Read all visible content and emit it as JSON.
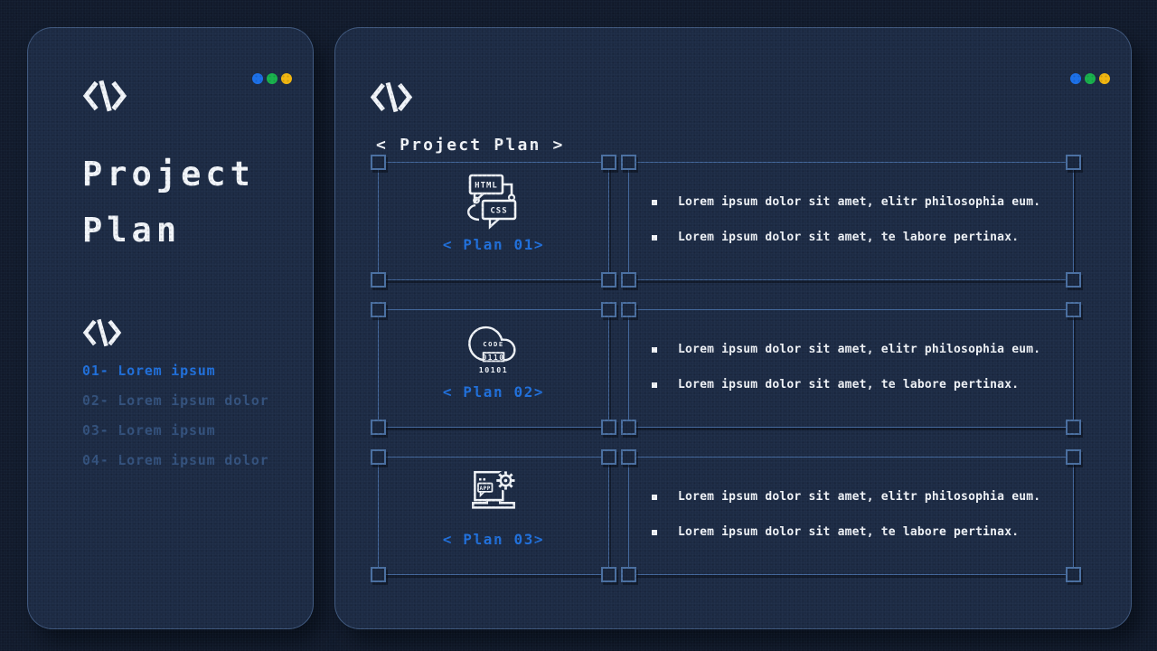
{
  "colors": {
    "background": "#111a2b",
    "panel": "#1c2a43",
    "panel_border": "#44689c",
    "accent_blue": "#2070dc",
    "muted_blue": "#33517c",
    "text_white": "#f2f5f9",
    "dot_blue": "#1a6fe8",
    "dot_green": "#17b24a",
    "dot_yellow": "#f2b60d"
  },
  "window_controls": {
    "dots": [
      "blue",
      "green",
      "yellow"
    ]
  },
  "left_panel": {
    "logo_icon": "code-brackets-icon",
    "title_lines": [
      "Project",
      "Plan"
    ],
    "section_icon": "code-brackets-icon",
    "nav_items": [
      {
        "label": "01- Lorem ipsum",
        "active": true
      },
      {
        "label": "02- Lorem ipsum dolor",
        "active": false
      },
      {
        "label": "03- Lorem ipsum",
        "active": false
      },
      {
        "label": "04- Lorem ipsum dolor",
        "active": false
      }
    ]
  },
  "right_panel": {
    "logo_icon": "code-brackets-icon",
    "header": "< Project Plan >",
    "rows": [
      {
        "icon": "html-css-icon",
        "plan_label": "< Plan 01>",
        "bullets": [
          "Lorem ipsum dolor sit amet, elitr philosophia eum.",
          "Lorem ipsum dolor sit amet, te labore pertinax."
        ]
      },
      {
        "icon": "cloud-code-icon",
        "plan_label": "< Plan 02>",
        "bullets": [
          "Lorem ipsum dolor sit amet, elitr philosophia eum.",
          "Lorem ipsum dolor sit amet, te labore pertinax."
        ]
      },
      {
        "icon": "app-gear-icon",
        "plan_label": "< Plan 03>",
        "bullets": [
          "Lorem ipsum dolor sit amet, elitr philosophia eum.",
          "Lorem ipsum dolor sit amet, te labore pertinax."
        ]
      }
    ]
  }
}
